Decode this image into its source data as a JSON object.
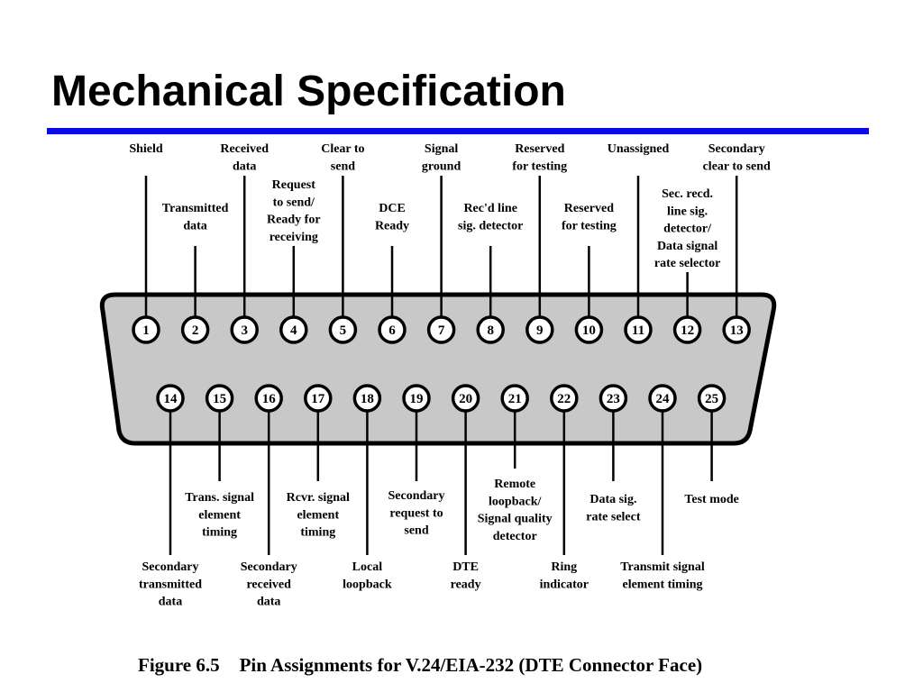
{
  "slide": {
    "title": "Mechanical Specification",
    "accent_color": "#0a0ae6"
  },
  "diagram": {
    "connector_fill": "#c8c8c8",
    "top_row": [
      {
        "pin": "1",
        "label": [
          "Shield"
        ]
      },
      {
        "pin": "2",
        "label": [
          "Transmitted",
          "data"
        ]
      },
      {
        "pin": "3",
        "label": [
          "Received",
          "data"
        ]
      },
      {
        "pin": "4",
        "label": [
          "Request",
          "to send/",
          "Ready for",
          "receiving"
        ]
      },
      {
        "pin": "5",
        "label": [
          "Clear to",
          "send"
        ]
      },
      {
        "pin": "6",
        "label": [
          "DCE",
          "Ready"
        ]
      },
      {
        "pin": "7",
        "label": [
          "Signal",
          "ground"
        ]
      },
      {
        "pin": "8",
        "label": [
          "Rec'd line",
          "sig. detector"
        ]
      },
      {
        "pin": "9",
        "label": [
          "Reserved",
          "for testing"
        ]
      },
      {
        "pin": "10",
        "label": [
          "Reserved",
          "for testing"
        ]
      },
      {
        "pin": "11",
        "label": [
          "Unassigned"
        ]
      },
      {
        "pin": "12",
        "label": [
          "Sec. recd.",
          "line sig.",
          "detector/",
          "Data signal",
          "rate selector"
        ]
      },
      {
        "pin": "13",
        "label": [
          "Secondary",
          "clear to send"
        ]
      }
    ],
    "bottom_row": [
      {
        "pin": "14",
        "label": [
          "Secondary",
          "transmitted",
          "data"
        ]
      },
      {
        "pin": "15",
        "label": [
          "Trans. signal",
          "element",
          "timing"
        ]
      },
      {
        "pin": "16",
        "label": [
          "Secondary",
          "received",
          "data"
        ]
      },
      {
        "pin": "17",
        "label": [
          "Rcvr. signal",
          "element",
          "timing"
        ]
      },
      {
        "pin": "18",
        "label": [
          "Local",
          "loopback"
        ]
      },
      {
        "pin": "19",
        "label": [
          "Secondary",
          "request to",
          "send"
        ]
      },
      {
        "pin": "20",
        "label": [
          "DTE",
          "ready"
        ]
      },
      {
        "pin": "21",
        "label": [
          "Remote",
          "loopback/",
          "Signal quality",
          "detector"
        ]
      },
      {
        "pin": "22",
        "label": [
          "Ring",
          "indicator"
        ]
      },
      {
        "pin": "23",
        "label": [
          "Data sig.",
          "rate select"
        ]
      },
      {
        "pin": "24",
        "label": [
          "Transmit signal",
          "element timing"
        ]
      },
      {
        "pin": "25",
        "label": [
          "Test mode"
        ]
      }
    ]
  },
  "caption": {
    "number": "Figure 6.5",
    "text": "Pin Assignments for V.24/EIA-232 (DTE Connector Face)"
  }
}
